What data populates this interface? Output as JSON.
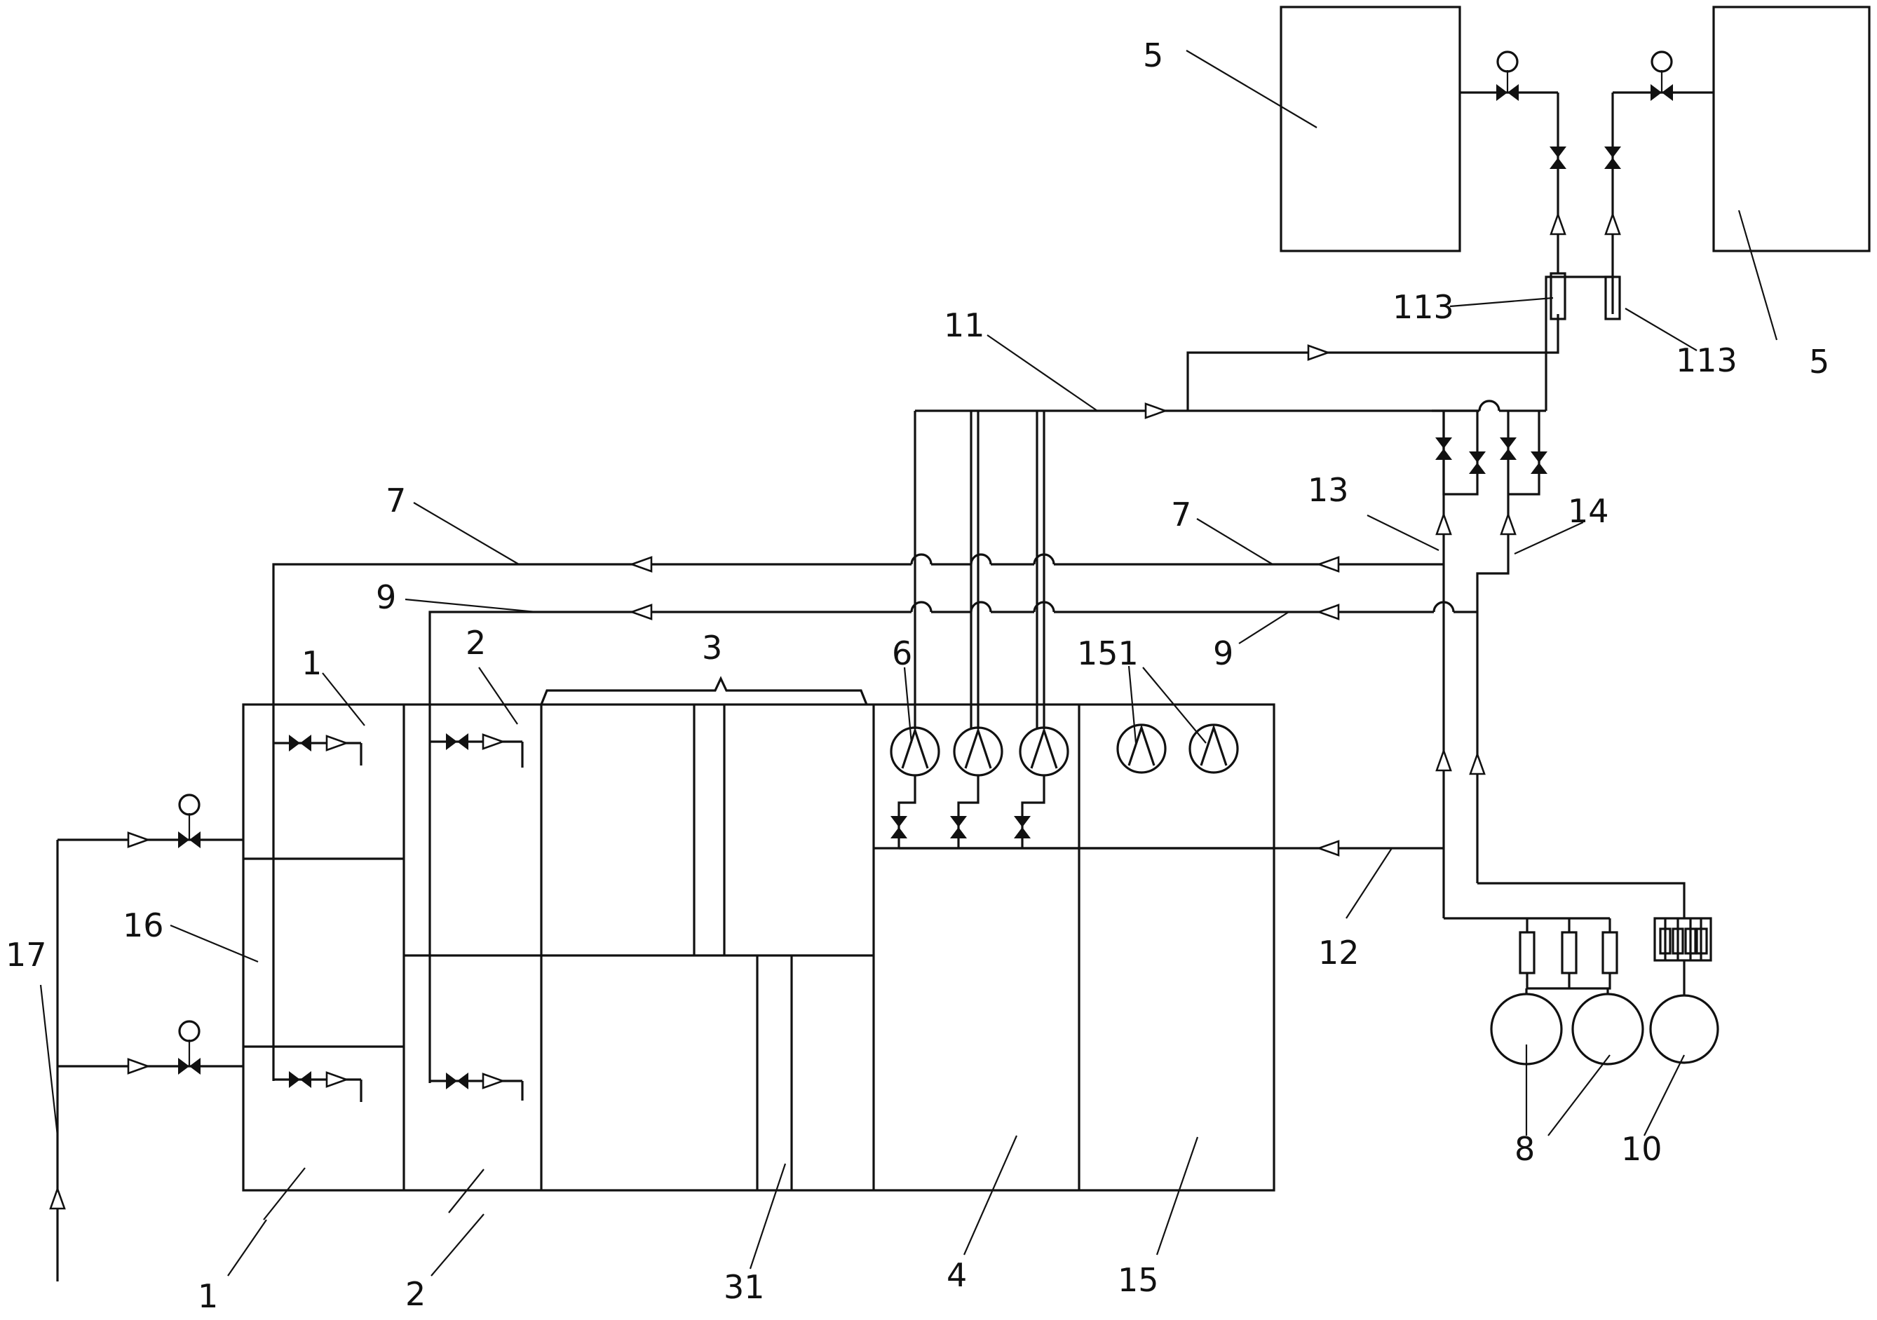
{
  "labels": {
    "n1": "1",
    "n2": "2",
    "n3": "3",
    "n4": "4",
    "n5": "5",
    "n6": "6",
    "n7": "7",
    "n8": "8",
    "n9": "9",
    "n10": "10",
    "n11": "11",
    "n12": "12",
    "n13": "13",
    "n14": "14",
    "n15": "15",
    "n16": "16",
    "n17": "17",
    "n31": "31",
    "n113": "113",
    "n151": "151"
  },
  "icons": {
    "pump": "centrifugal-pump-icon",
    "valve": "gate-valve-icon",
    "control_valve": "control-valve-icon",
    "flow_arrow": "flow-arrow-icon",
    "filter": "cartridge-filter-icon",
    "blower": "blower-icon"
  }
}
